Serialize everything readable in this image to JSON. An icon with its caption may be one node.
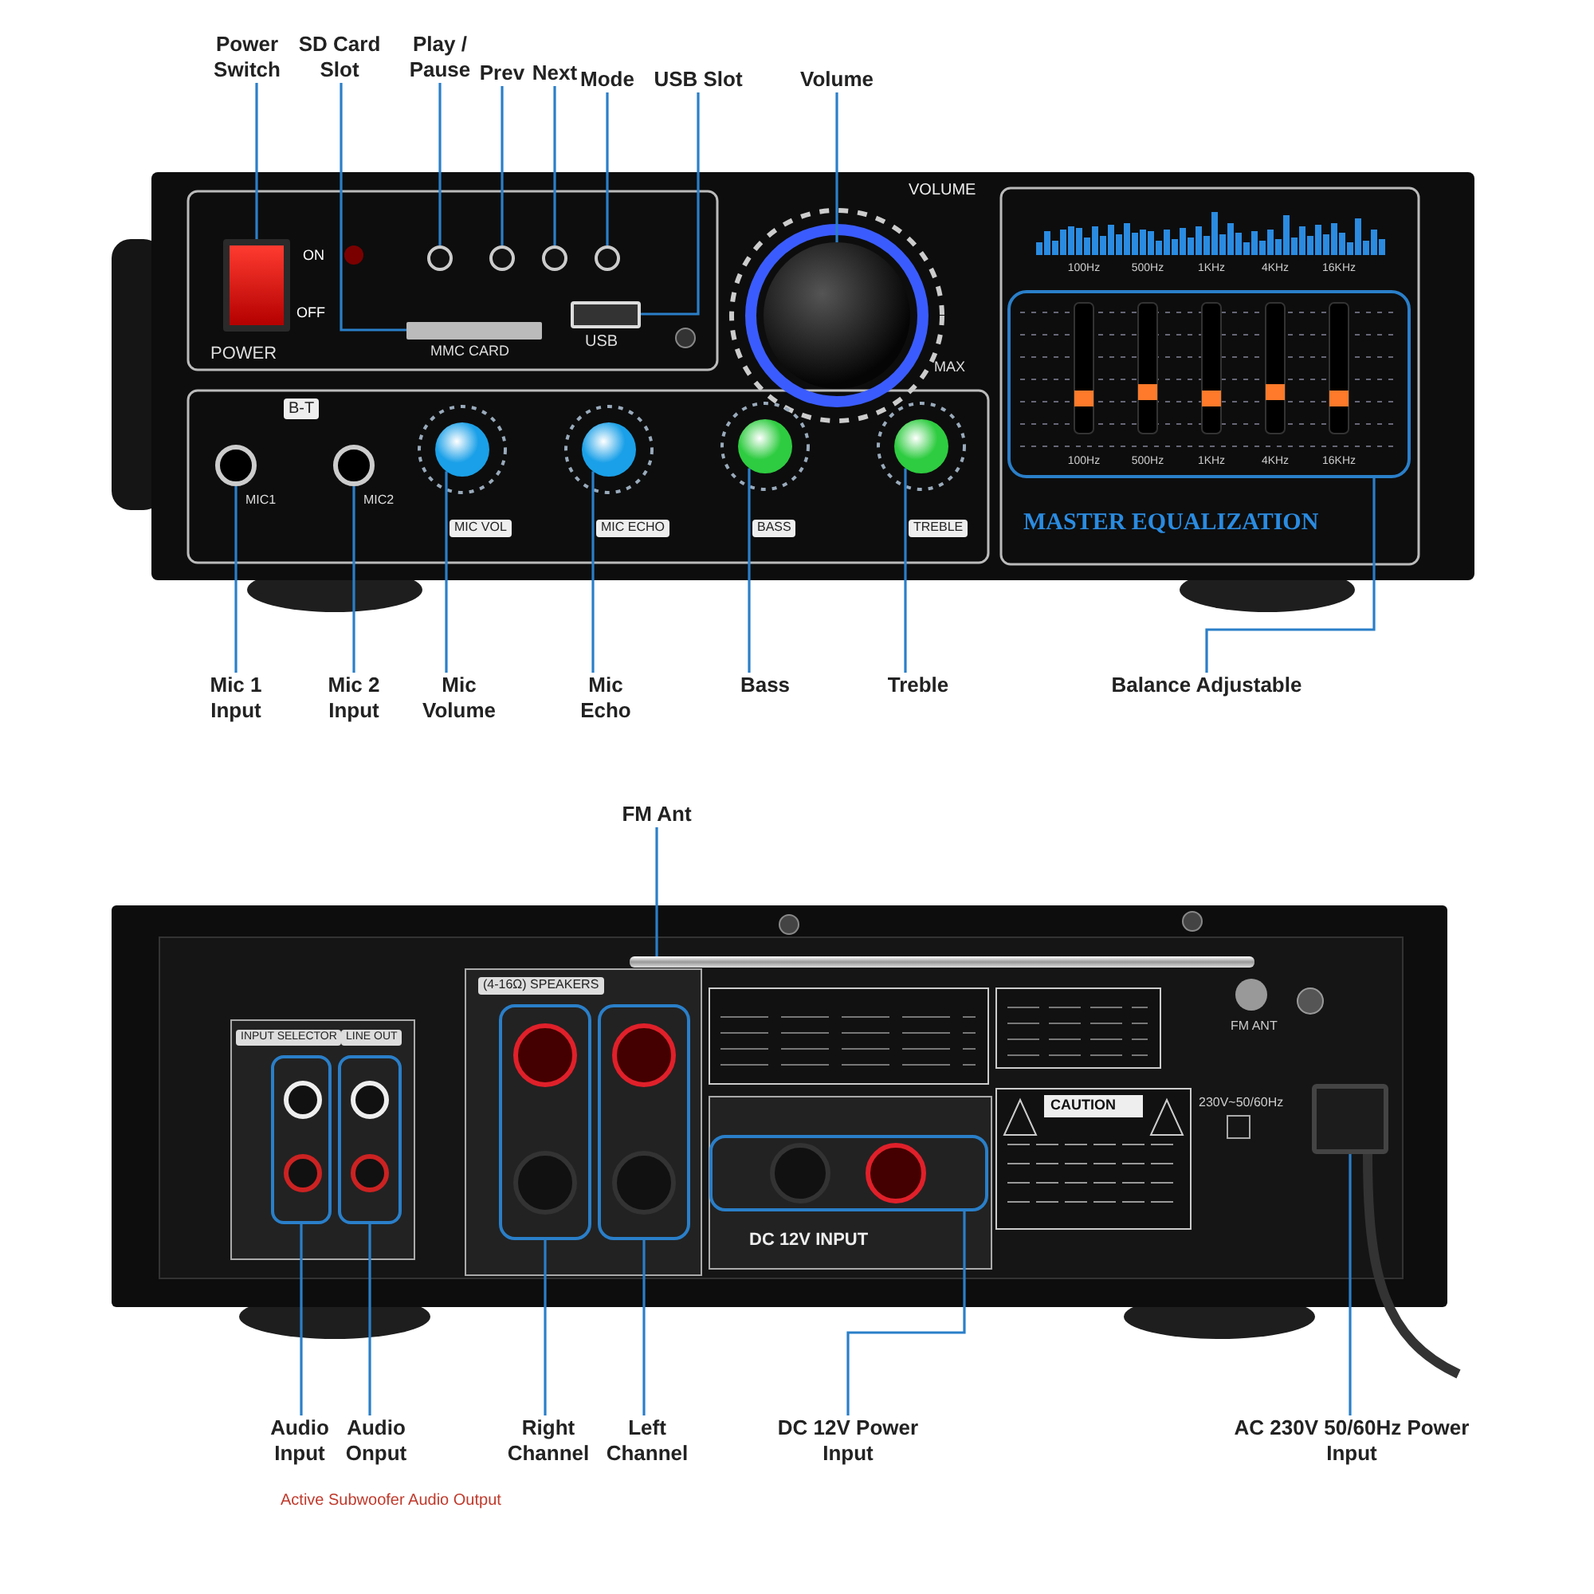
{
  "diagram": {
    "nodes": [
      {
        "text": [
          "Power Switch"
        ]
      },
      {
        "text": [
          "SD Card Slot"
        ]
      },
      {
        "text": [
          "Play / Pause"
        ]
      },
      {
        "text": [
          "Prev"
        ]
      },
      {
        "text": [
          "Next"
        ]
      },
      {
        "text": [
          "Mode"
        ]
      },
      {
        "text": [
          "USB Slot"
        ]
      },
      {
        "text": [
          "Volume"
        ]
      },
      {
        "text": [
          "Mic 1 Input"
        ]
      },
      {
        "text": [
          "Mic 2 Input"
        ]
      },
      {
        "text": [
          "Mic Volume"
        ]
      },
      {
        "text": [
          "Mic Echo"
        ]
      },
      {
        "text": [
          "Bass"
        ]
      },
      {
        "text": [
          "Treble"
        ]
      },
      {
        "text": [
          "Balance Adjustable"
        ]
      },
      {
        "text": [
          "FM Ant"
        ]
      },
      {
        "text": [
          "Audio Input"
        ]
      },
      {
        "text": [
          "Audio Onput"
        ]
      },
      {
        "text": [
          "Right Channel"
        ]
      },
      {
        "text": [
          "Left Channel"
        ]
      },
      {
        "text": [
          "DC 12V Power Input"
        ]
      },
      {
        "text": [
          "AC 230V 50/60Hz Power Input"
        ]
      },
      {
        "text": [],
        "shape": "box",
        "beside": [
          "ON",
          "OFF",
          "POWER"
        ]
      },
      {
        "text": [],
        "shape": "box",
        "beside": [
          "MMC CARD"
        ]
      },
      {
        "text": [],
        "shape": "circle"
      },
      {
        "text": [],
        "shape": "circle"
      },
      {
        "text": [],
        "shape": "circle"
      },
      {
        "text": [],
        "shape": "circle"
      },
      {
        "text": [],
        "shape": "box",
        "beside": [
          "USB"
        ]
      },
      {
        "text": [],
        "shape": "circle",
        "beside": [
          "VOLUME",
          "MAX"
        ]
      },
      {
        "text": [],
        "shape": "circle",
        "beside": [
          "MIC1"
        ]
      },
      {
        "text": [],
        "shape": "circle",
        "beside": [
          "MIC2"
        ]
      },
      {
        "text": [],
        "shape": "circle",
        "beside": [
          "MIC VOL"
        ]
      },
      {
        "text": [],
        "shape": "circle",
        "beside": [
          "MIC ECHO"
        ]
      },
      {
        "text": [],
        "shape": "circle",
        "beside": [
          "BASS"
        ]
      },
      {
        "text": [],
        "shape": "circle",
        "beside": [
          "TREBLE"
        ]
      },
      {
        "text": [],
        "shape": "box"
      },
      {
        "text": [],
        "shape": "bar"
      },
      {
        "text": [],
        "shape": "box",
        "beside": [
          "INPUT SELECTOR"
        ]
      },
      {
        "text": [],
        "shape": "box",
        "beside": [
          "LINE OUT"
        ]
      },
      {
        "text": [],
        "shape": "box"
      },
      {
        "text": [],
        "shape": "box"
      },
      {
        "text": [],
        "shape": "box",
        "beside": [
          "DC 12V INPUT"
        ]
      },
      {
        "text": [],
        "shape": "box"
      }
    ],
    "edges": [
      {
        "from": 0,
        "to": 22,
        "arrow": "none"
      },
      {
        "from": 1,
        "to": 23,
        "arrow": "none"
      },
      {
        "from": 2,
        "to": 24,
        "arrow": "none"
      },
      {
        "from": 3,
        "to": 25,
        "arrow": "none"
      },
      {
        "from": 4,
        "to": 26,
        "arrow": "none"
      },
      {
        "from": 5,
        "to": 27,
        "arrow": "none"
      },
      {
        "from": 6,
        "to": 28,
        "arrow": "none"
      },
      {
        "from": 7,
        "to": 29,
        "arrow": "none"
      },
      {
        "from": 8,
        "to": 30,
        "arrow": "none"
      },
      {
        "from": 9,
        "to": 31,
        "arrow": "none"
      },
      {
        "from": 10,
        "to": 32,
        "arrow": "none"
      },
      {
        "from": 11,
        "to": 33,
        "arrow": "none"
      },
      {
        "from": 12,
        "to": 34,
        "arrow": "none"
      },
      {
        "from": 13,
        "to": 35,
        "arrow": "none"
      },
      {
        "from": 14,
        "to": 36,
        "arrow": "none"
      },
      {
        "from": 15,
        "to": 37,
        "arrow": "none"
      },
      {
        "from": 16,
        "to": 38,
        "arrow": "none"
      },
      {
        "from": 17,
        "to": 39,
        "arrow": "none"
      },
      {
        "from": 18,
        "to": 40,
        "arrow": "none"
      },
      {
        "from": 19,
        "to": 41,
        "arrow": "none"
      },
      {
        "from": 20,
        "to": 42,
        "arrow": "none"
      },
      {
        "from": 21,
        "to": 43,
        "arrow": "none"
      }
    ],
    "labels": [
      "B-T",
      "100Hz",
      "500Hz",
      "1KHz",
      "4KHz",
      "16KHz",
      "100Hz",
      "500Hz",
      "1KHz",
      "4KHz",
      "16KHz",
      "MASTER EQUALIZATION",
      "(4-16Ω) SPEAKERS",
      "CAUTION",
      "FM ANT",
      "230V~50/60Hz",
      "Active Subwoofer Audio Output"
    ]
  }
}
